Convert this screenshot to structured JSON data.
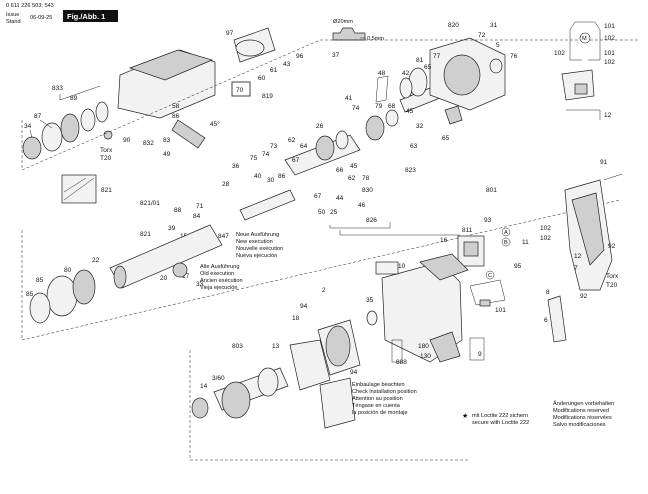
{
  "header": {
    "part_no": "0 611 226 503; 543",
    "issue_label": "Issue",
    "stand_label": "Stand",
    "date": "06-09-25",
    "fig_label": "Fig./Abb. 1"
  },
  "detail": {
    "size": "Ø20mm",
    "gap": "0,5mm"
  },
  "callouts": {
    "c820": "820",
    "c72": "72",
    "c31": "31",
    "c5": "5",
    "c76": "76",
    "c77": "77",
    "c97": "97",
    "c60": "60",
    "c43": "43",
    "c96": "96",
    "c61": "61",
    "c819": "819",
    "c70": "70",
    "c833": "833",
    "c89": "89",
    "c87": "87",
    "c34": "34",
    "c90": "90",
    "c832": "832",
    "c83": "83",
    "c49": "49",
    "c37": "37",
    "c48": "48",
    "c42": "42",
    "c81": "81",
    "c65": "65",
    "c74": "74",
    "c41": "41",
    "c45": "45",
    "c68": "68",
    "c79": "79",
    "c63": "63",
    "c823": "823",
    "c32": "32",
    "c73": "73",
    "c58": "58",
    "c86": "86",
    "c26": "26",
    "c62": "62",
    "c830": "830",
    "c44": "44",
    "c67": "67",
    "c66": "66",
    "c78": "78",
    "c826": "826",
    "c25": "25",
    "c50": "50",
    "c46": "46",
    "c36": "36",
    "c28": "28",
    "c75": "75",
    "c71": "71",
    "c84": "84",
    "c847": "847",
    "c821_01": "821/01",
    "c88": "88",
    "c821": "821",
    "c39": "39",
    "c15": "15",
    "c91": "91",
    "c801": "801",
    "c93": "93",
    "c811": "811",
    "c16": "16",
    "c102a": "102",
    "c102b": "102",
    "c101a": "101",
    "c101b": "101",
    "c102c": "102",
    "c102d": "102",
    "c12": "12",
    "c11": "11",
    "c92a": "92",
    "c92b": "92",
    "c95": "95",
    "c8": "8",
    "c6": "6",
    "c7": "7",
    "c10": "10",
    "c2": "2",
    "c35": "35",
    "c94a": "94",
    "c94b": "94",
    "c18": "18",
    "c803": "803",
    "c13": "13",
    "c14": "14",
    "c3_60": "3/60",
    "c888": "888",
    "c180": "180",
    "c130": "130",
    "c9": "9",
    "c101c": "101",
    "c80": "80",
    "c22": "22",
    "c85a": "85",
    "c85b": "85",
    "c64": "64",
    "c67b": "67",
    "c821b": "821",
    "c47": "47",
    "c20": "20",
    "c17": "17",
    "c33": "33",
    "c40": "40",
    "c30": "30",
    "cA": "A",
    "cB": "B",
    "cC": "C",
    "angle": "45°"
  },
  "torx": {
    "left_label": "Torx",
    "left_size": "T20",
    "right_label": "Torx",
    "right_size": "T20"
  },
  "notes": {
    "new_exec": [
      "Neue Ausführung",
      "New execution",
      "Nouvelle exécution",
      "Nueva ejecución"
    ],
    "old_exec": [
      "Alte Ausführung",
      "Old execution",
      "Ancien exécution",
      "Vieja ejecución"
    ],
    "install": [
      "Einbaulage beachten",
      "Check installation position",
      "Attention au position",
      "Téngase en cuenta",
      "la posición de montaje"
    ],
    "loctite": [
      "mit Loctite 222 sichern",
      "secure with Loctite 222"
    ],
    "changes": [
      "Änderungen vorbehalten",
      "Modifications reserved",
      "Modifications réservées",
      "Salvo modificaciones"
    ]
  }
}
